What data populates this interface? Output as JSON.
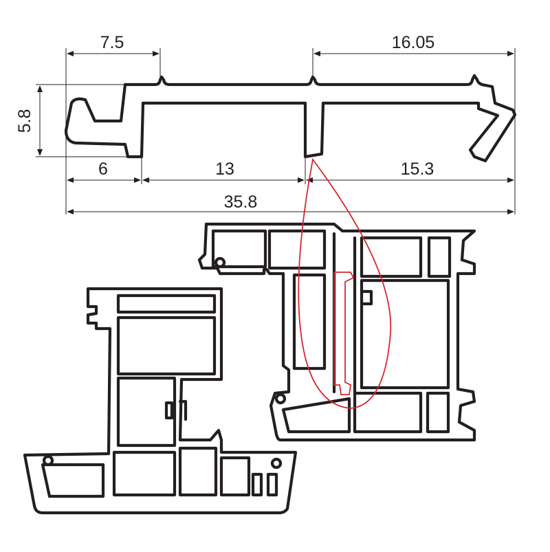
{
  "dimensions": {
    "top_left_width": "7.5",
    "top_right_width": "16.05",
    "height": "5.8",
    "bottom_seg_1": "6",
    "bottom_seg_2": "13",
    "bottom_seg_3": "15.3",
    "total_width": "35.8"
  },
  "colors": {
    "line": "#231f20",
    "highlight": "#d8262f",
    "background": "#ffffff"
  }
}
